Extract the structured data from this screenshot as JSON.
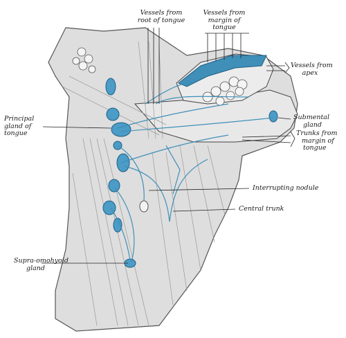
{
  "labels": {
    "vessels_root_1": "Vessels from",
    "vessels_root_2": "root of tongue",
    "vessels_margin_1": "Vessels from",
    "vessels_margin_2": "margin of",
    "vessels_margin_3": "tongue",
    "vessels_apex_1": "Vessels from",
    "vessels_apex_2": "apex",
    "submental_1": "Submental",
    "submental_2": "gland",
    "trunks_margin_1": "Trunks from",
    "trunks_margin_2": "margin of",
    "trunks_margin_3": "tongue",
    "principal_1": "Principal",
    "principal_2": "gland of",
    "principal_3": "tongue",
    "interrupting": "Interrupting nodule",
    "central": "Central trunk",
    "supra_1": "Supra-omohyoid",
    "supra_2": "gland"
  },
  "colors": {
    "lymph": "#3f8fb8",
    "lymph_dark": "#1f5f86",
    "lymph_fill": "#4b9cc6",
    "ink": "#2a2a2a",
    "tissue": "#d6d6d6",
    "tissue_light": "#ececec"
  }
}
